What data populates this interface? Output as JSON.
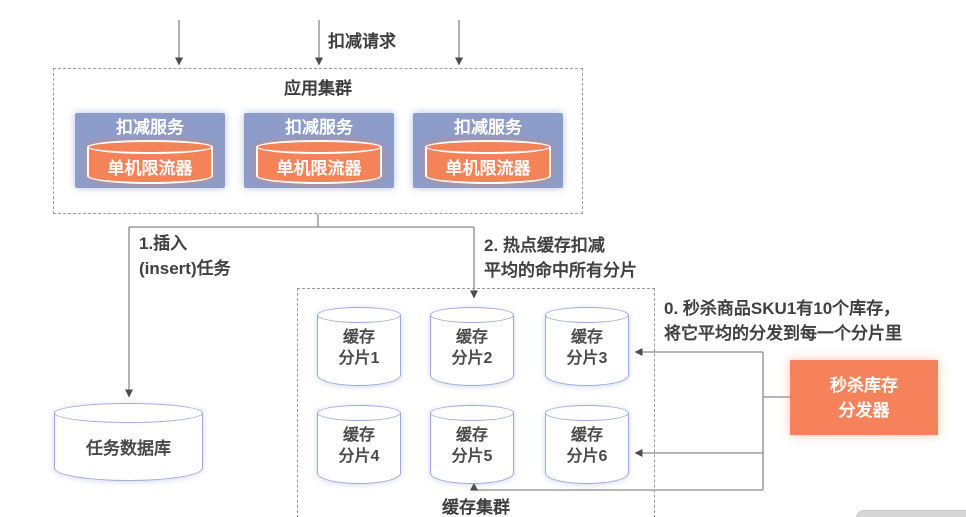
{
  "colors": {
    "accent_orange": "#f5835a",
    "service_blue": "#8d9cc9",
    "cylinder_stroke": "#9aa9de",
    "connector_gray": "#8a8a8a",
    "text_dark": "#3f3f3f"
  },
  "top": {
    "request_label": "扣减请求"
  },
  "app_cluster": {
    "title": "应用集群",
    "services": [
      {
        "label": "扣减服务",
        "limiter": "单机限流器"
      },
      {
        "label": "扣减服务",
        "limiter": "单机限流器"
      },
      {
        "label": "扣减服务",
        "limiter": "单机限流器"
      }
    ]
  },
  "flow_labels": {
    "insert_task": "1.插入\n(insert)任务",
    "hot_cache": "2. 热点缓存扣减\n平均的命中所有分片",
    "distribute_note": "0. 秒杀商品SKU1有10个库存，\n将它平均的分发到每一个分片里"
  },
  "task_db": {
    "label": "任务数据库"
  },
  "cache_cluster": {
    "title": "缓存集群",
    "shards": [
      {
        "label": "缓存\n分片1"
      },
      {
        "label": "缓存\n分片2"
      },
      {
        "label": "缓存\n分片3"
      },
      {
        "label": "缓存\n分片4"
      },
      {
        "label": "缓存\n分片5"
      },
      {
        "label": "缓存\n分片6"
      }
    ]
  },
  "distributor": {
    "label": "秒杀库存\n分发器"
  }
}
